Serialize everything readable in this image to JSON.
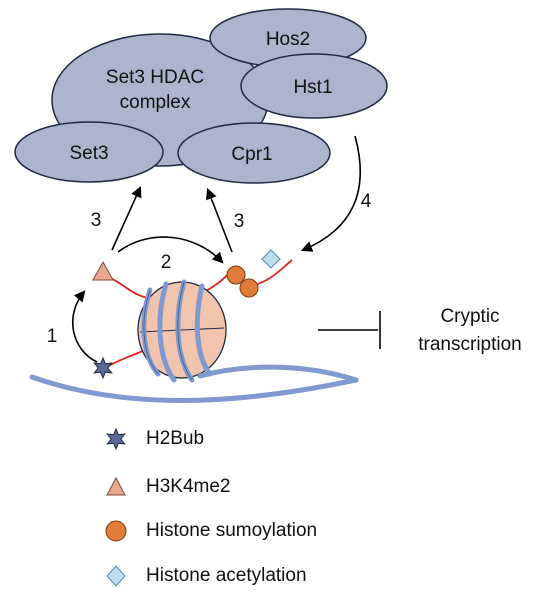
{
  "complex": {
    "title_line1": "Set3 HDAC",
    "title_line2": "complex",
    "subunits": [
      "Hos2",
      "Hst1",
      "Set3",
      "Cpr1"
    ]
  },
  "steps": [
    "1",
    "2",
    "3",
    "3",
    "4"
  ],
  "outcome": {
    "line1": "Cryptic",
    "line2": "transcription"
  },
  "legend": [
    {
      "label": "H2Bub",
      "icon": "star-icon",
      "color": "#5a6a9a"
    },
    {
      "label": "H3K4me2",
      "icon": "triangle-icon",
      "color": "#e8a890"
    },
    {
      "label": "Histone sumoylation",
      "icon": "circle-icon",
      "color": "#e07b3a"
    },
    {
      "label": "Histone acetylation",
      "icon": "diamond-icon",
      "color": "#bcdff0"
    }
  ],
  "colors": {
    "complex_fill": "#aeb4cd",
    "complex_stroke": "#1f2a44",
    "dna": "#7f9ad0",
    "histone_tail": "#e0251f",
    "nucleosome": "#f3c4ad"
  }
}
